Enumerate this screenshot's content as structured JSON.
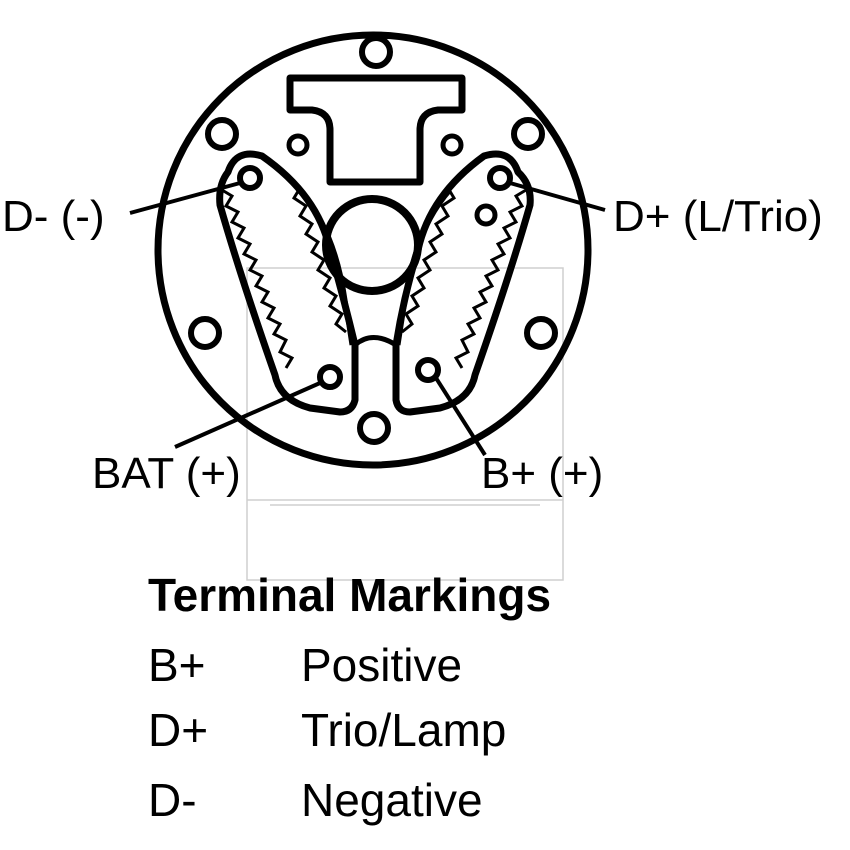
{
  "terminals": {
    "d_minus": "D- (-)",
    "d_plus": "D+ (L/Trio)",
    "bat": "BAT (+)",
    "b_plus": "B+ (+)"
  },
  "legend": {
    "title": "Terminal Markings",
    "rows": [
      {
        "code": "B+",
        "meaning": "Positive"
      },
      {
        "code": "D+",
        "meaning": "Trio/Lamp"
      },
      {
        "code": "D-",
        "meaning": "Negative"
      }
    ]
  },
  "colors": {
    "line": "#000000",
    "background": "#ffffff",
    "watermark": "#c8c8c8"
  }
}
